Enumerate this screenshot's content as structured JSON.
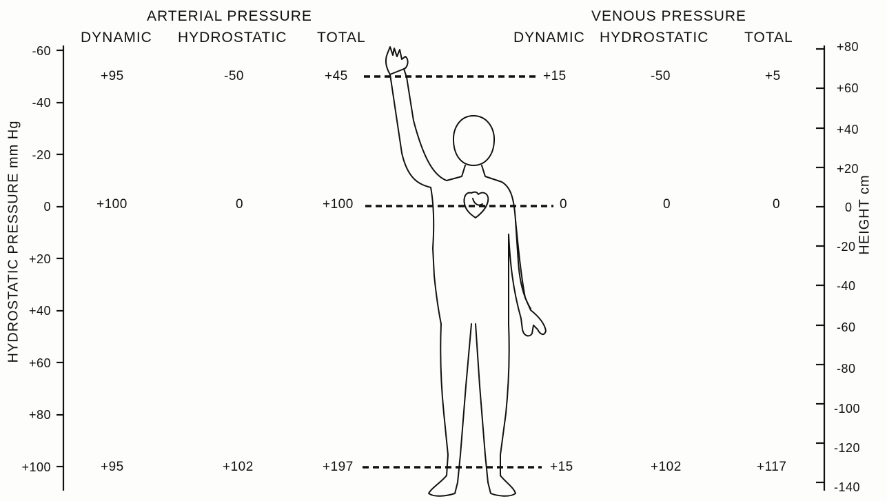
{
  "headers": {
    "arterial_title": "ARTERIAL PRESSURE",
    "arterial_cols": [
      "DYNAMIC",
      "HYDROSTATIC",
      "TOTAL"
    ],
    "venous_title": "VENOUS PRESSURE",
    "venous_cols": [
      "DYNAMIC",
      "HYDROSTATIC",
      "TOTAL"
    ]
  },
  "left_axis": {
    "title": "HYDROSTATIC PRESSURE  mm Hg",
    "ticks": [
      "-60",
      "-40",
      "-20",
      "0",
      "+20",
      "+40",
      "+60",
      "+80",
      "+100"
    ]
  },
  "right_axis": {
    "title": "HEIGHT  cm",
    "ticks": [
      "+80",
      "+60",
      "+40",
      "+20",
      "0",
      "-20",
      "-40",
      "-60",
      "-80",
      "-100",
      "-120",
      "-140"
    ]
  },
  "rows": [
    {
      "level": "hand",
      "arterial": {
        "dynamic": "+95",
        "hydrostatic": "-50",
        "total": "+45"
      },
      "venous": {
        "dynamic": "+15",
        "hydrostatic": "-50",
        "total": "+5"
      }
    },
    {
      "level": "heart",
      "arterial": {
        "dynamic": "+100",
        "hydrostatic": "0",
        "total": "+100"
      },
      "venous": {
        "dynamic": "0",
        "hydrostatic": "0",
        "total": "0"
      }
    },
    {
      "level": "foot",
      "arterial": {
        "dynamic": "+95",
        "hydrostatic": "+102",
        "total": "+197"
      },
      "venous": {
        "dynamic": "+15",
        "hydrostatic": "+102",
        "total": "+117"
      }
    }
  ],
  "colors": {
    "ink": "#111111",
    "background": "#fdfdfb"
  }
}
